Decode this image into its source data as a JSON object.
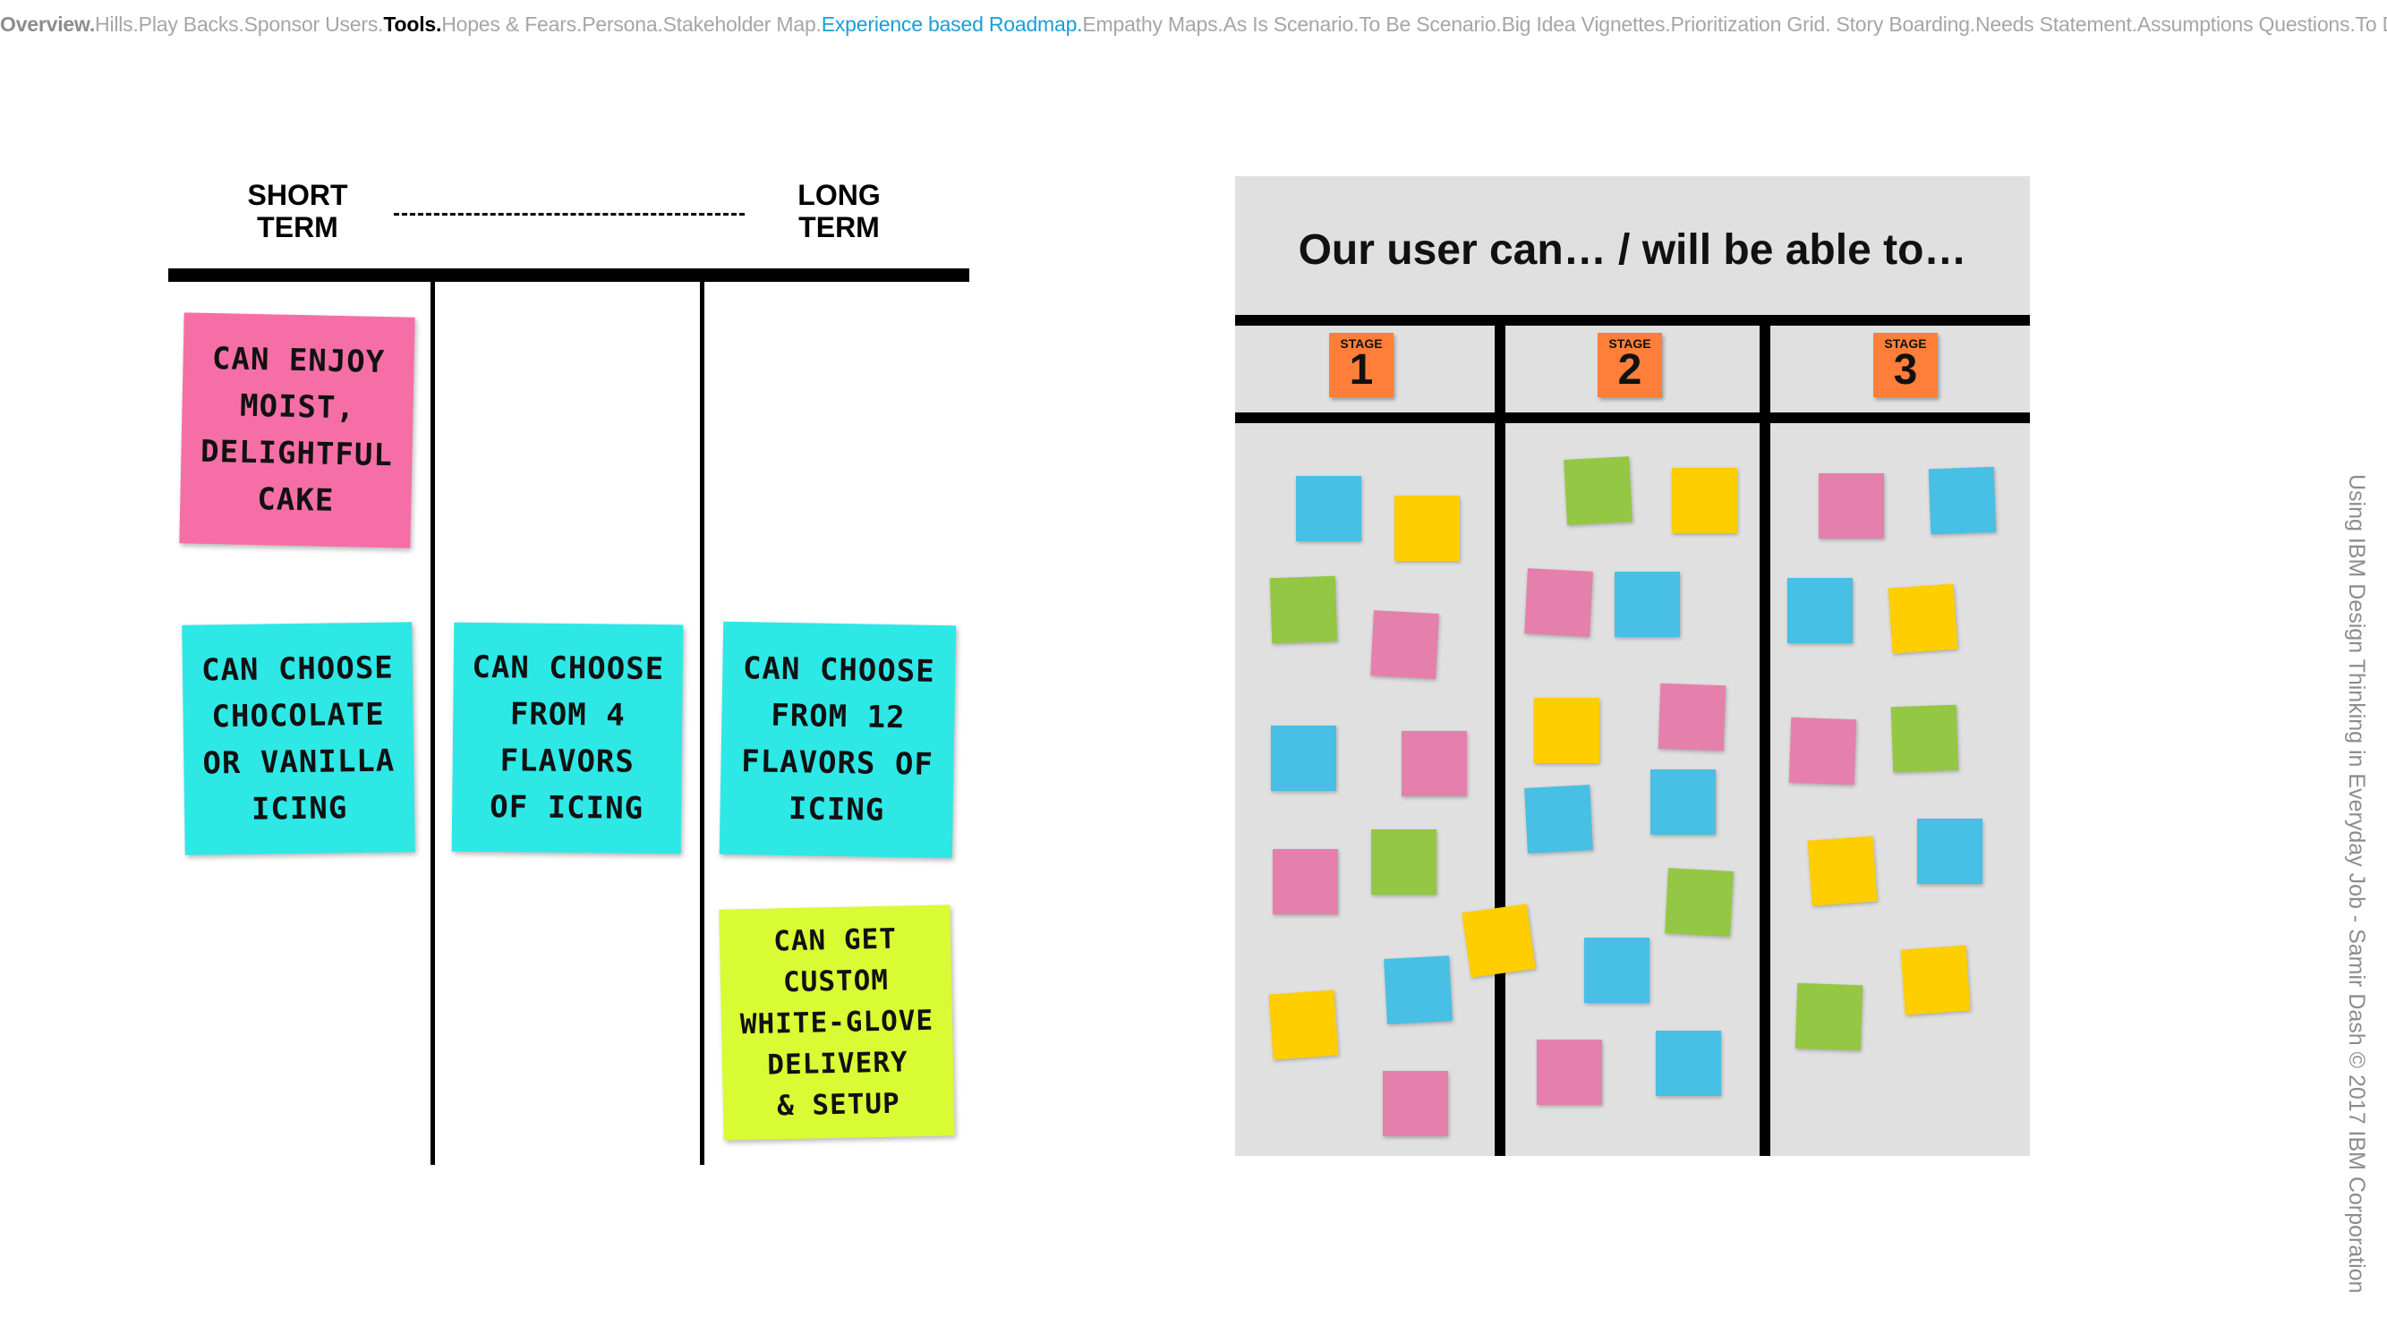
{
  "nav": {
    "items": [
      {
        "label": "Overview.",
        "style": "first"
      },
      {
        "label": "Hills.",
        "style": ""
      },
      {
        "label": "Play Backs.",
        "style": ""
      },
      {
        "label": "Sponsor Users.",
        "style": ""
      },
      {
        "label": "Tools.",
        "style": "bold"
      },
      {
        "label": "Hopes & Fears.",
        "style": ""
      },
      {
        "label": "Persona.",
        "style": ""
      },
      {
        "label": "Stakeholder Map.",
        "style": ""
      },
      {
        "label": "Experience based Roadmap.",
        "style": "accent"
      },
      {
        "label": "Empathy Maps.",
        "style": ""
      },
      {
        "label": "As Is Scenario.",
        "style": ""
      },
      {
        "label": "To Be Scenario.",
        "style": ""
      },
      {
        "label": "Big Idea Vignettes.",
        "style": ""
      },
      {
        "label": "Prioritization Grid.",
        "style": ""
      },
      {
        "label": " Story Boarding.",
        "style": ""
      },
      {
        "label": "Needs Statement.",
        "style": ""
      },
      {
        "label": "Assumptions Questions.",
        "style": ""
      },
      {
        "label": "To Do.",
        "style": ""
      }
    ]
  },
  "left_board": {
    "short_term": "SHORT\nTERM",
    "long_term": "LONG\nTERM",
    "notes": [
      {
        "text": "CAN ENJOY\nMOIST,\nDELIGHTFUL\nCAKE",
        "color": "#f56fa6"
      },
      {
        "text": "CAN CHOOSE\nCHOCOLATE\nOR VANILLA\nICING",
        "color": "#2ee8e6"
      },
      {
        "text": "CAN CHOOSE\nFROM 4\nFLAVORS\nOF ICING",
        "color": "#2ee8e6"
      },
      {
        "text": "CAN CHOOSE\nFROM 12\nFLAVORS OF\nICING",
        "color": "#2ee8e6"
      },
      {
        "text": "CAN GET\nCUSTOM\nWHITE-GLOVE\nDELIVERY\n& SETUP",
        "color": "#d9fb33"
      }
    ]
  },
  "right_board": {
    "title": "Our user can…  /  will be able to…",
    "stage_label": "STAGE",
    "stages": [
      "1",
      "2",
      "3"
    ],
    "colors": {
      "blue": "#48bfe5",
      "yellow": "#ffce00",
      "pink": "#e580ad",
      "green": "#94c743",
      "stage": "#ff7f3a"
    }
  },
  "credit": "Using IBM Design Thinking in Everyday Job - Samir Dash   © 2017 IBM Corporation"
}
